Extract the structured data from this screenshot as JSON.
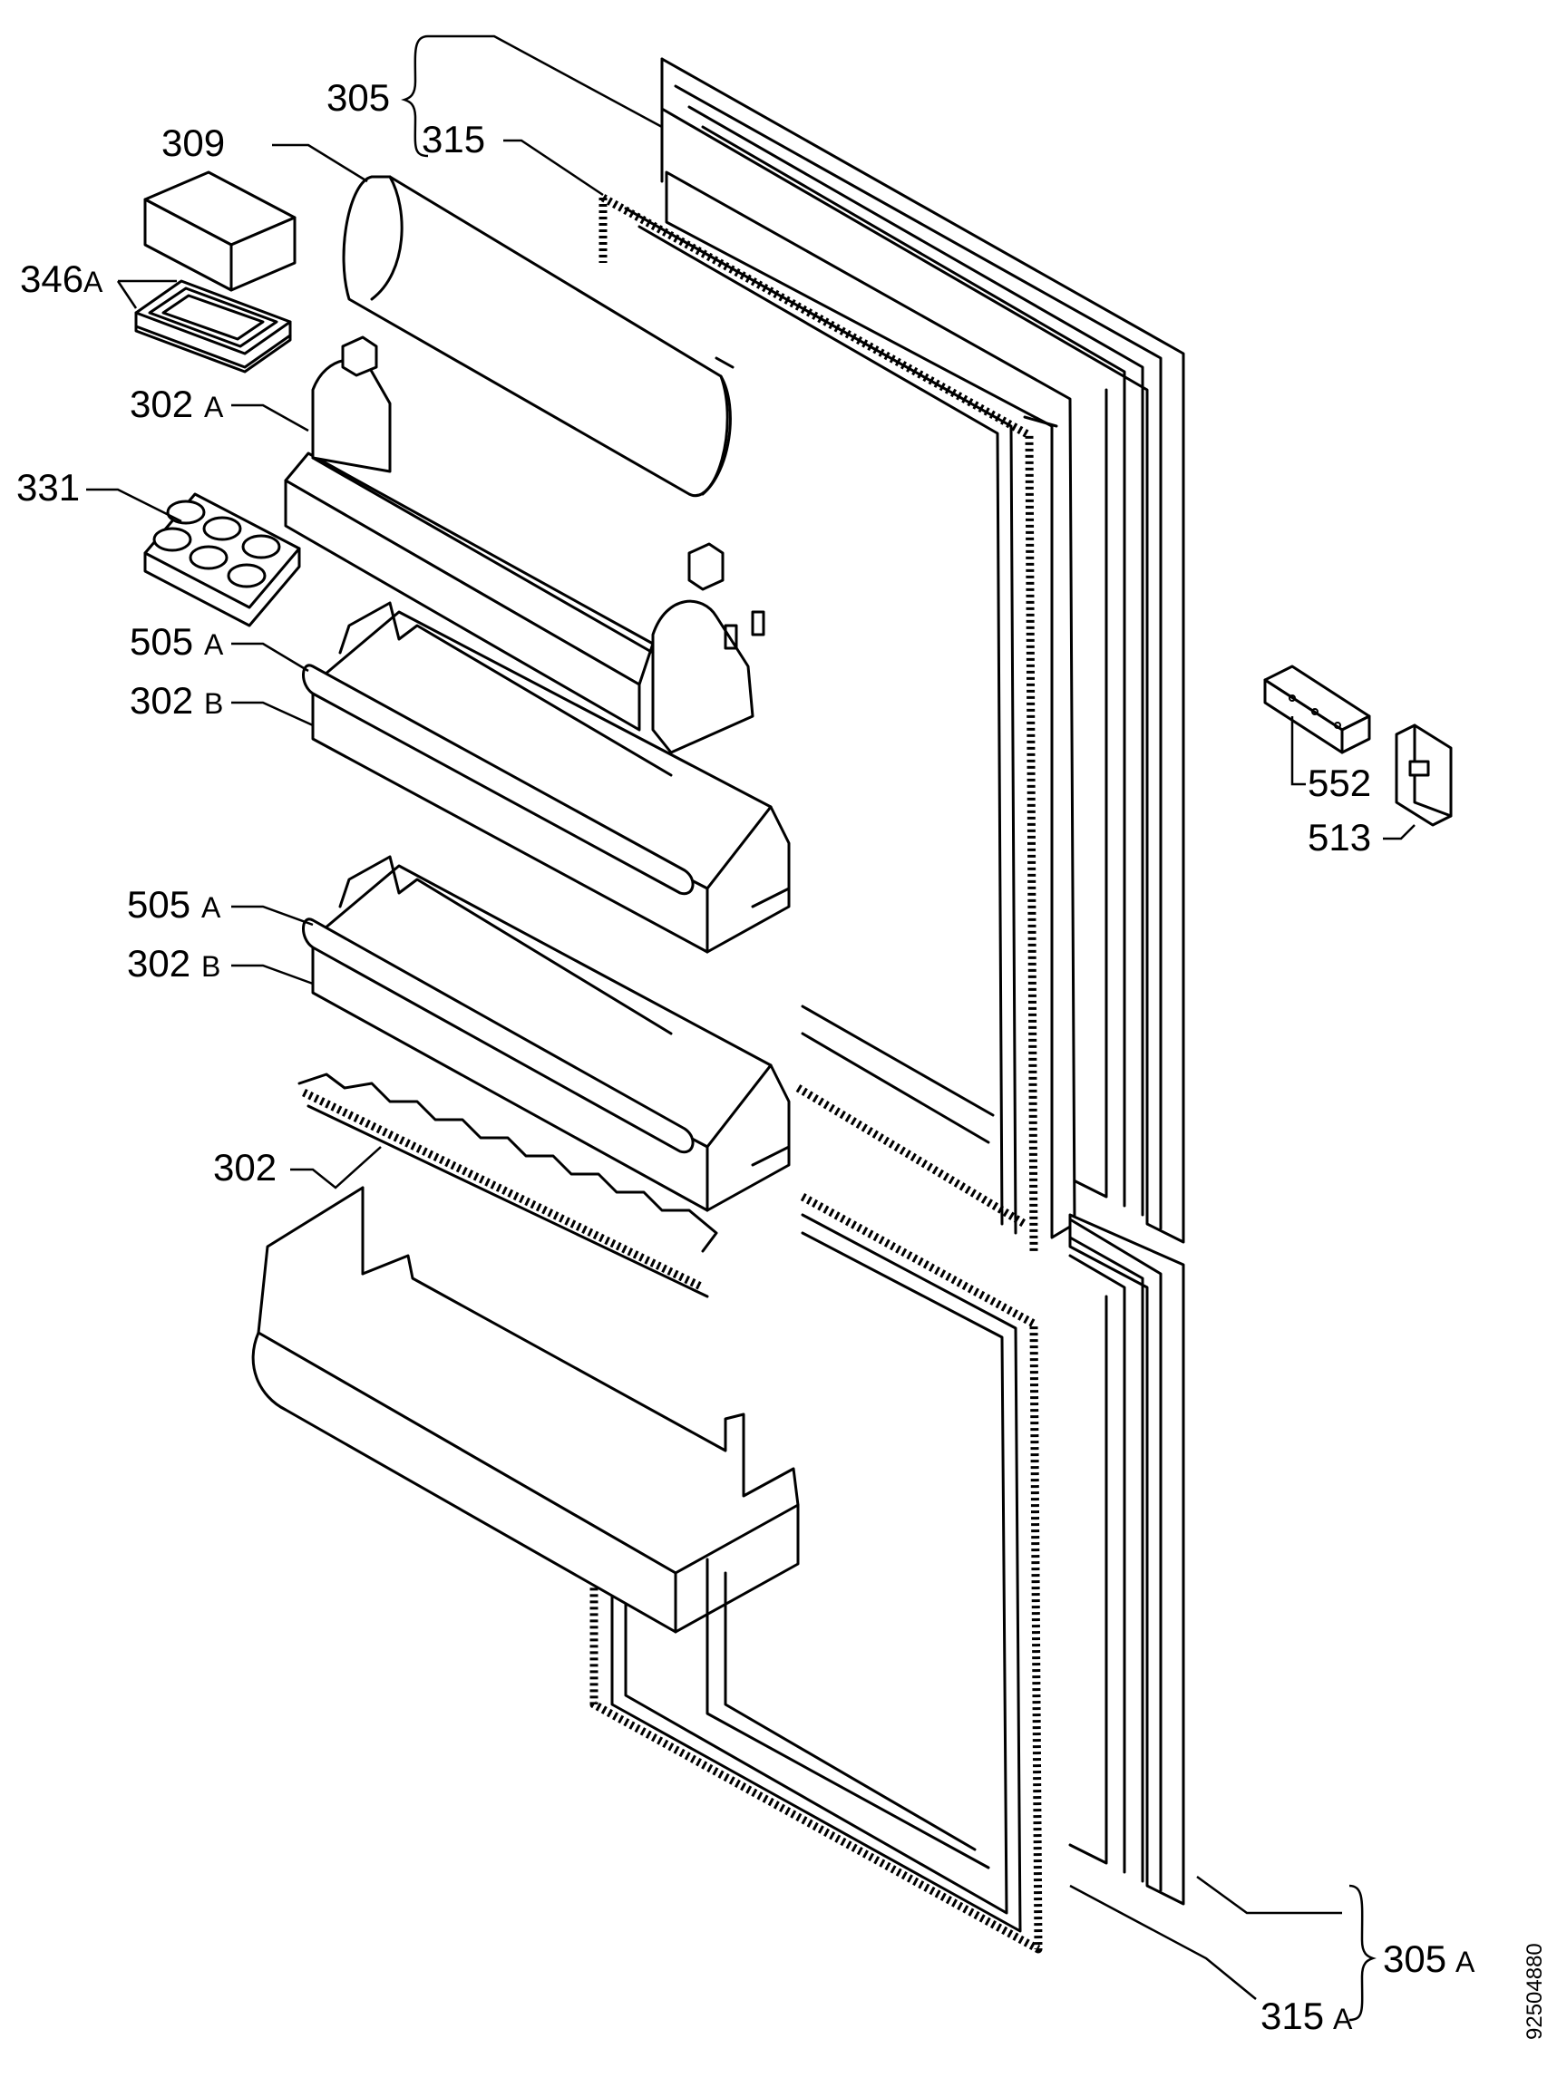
{
  "labels": {
    "p305": "305",
    "p315": "315",
    "p309": "309",
    "p346a": "346",
    "p346a_suffix": "A",
    "p302a": "302",
    "p302a_suffix": "A",
    "p331": "331",
    "p505a_1": "505",
    "p505a_1_suffix": "A",
    "p302b_1": "302",
    "p302b_1_suffix": "B",
    "p505a_2": "505",
    "p505a_2_suffix": "A",
    "p302b_2": "302",
    "p302b_2_suffix": "B",
    "p302": "302",
    "p552": "552",
    "p513": "513",
    "p305a": "305",
    "p305a_suffix": "A",
    "p315a": "315",
    "p315a_suffix": "A"
  },
  "drawing_code": "92504880"
}
